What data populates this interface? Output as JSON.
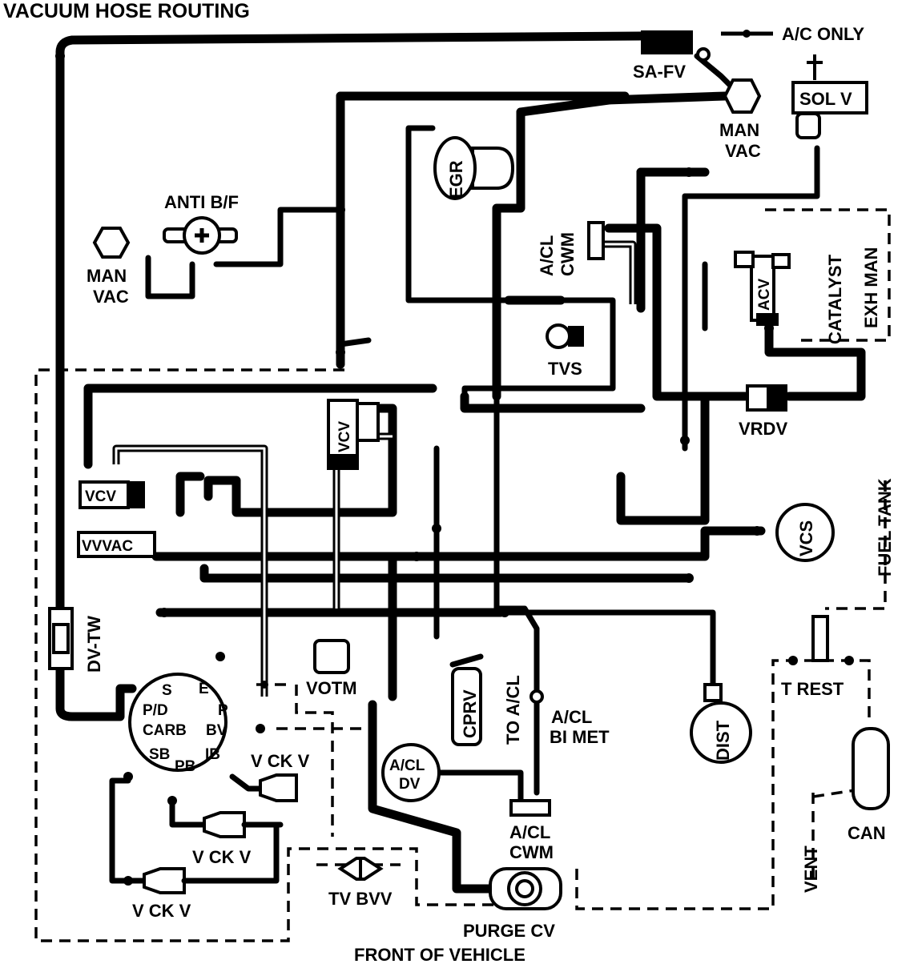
{
  "title": "VACUUM HOSE ROUTING",
  "legend": {
    "ac_only": "A/C ONLY"
  },
  "components": {
    "sa_fv": "SA-FV",
    "man_vac_top": [
      "MAN",
      "VAC"
    ],
    "man_vac_left": [
      "MAN",
      "VAC"
    ],
    "sol_v": "SOL V",
    "anti_bf": "ANTI B/F",
    "egr": "EGR",
    "acl_cwm_top": [
      "A/CL",
      "CWM"
    ],
    "tvs": "TVS",
    "acv": "ACV",
    "catalyst": "CATALYST",
    "exh_man": "EXH MAN",
    "vrdv": "VRDV",
    "vcv_top": "VCV",
    "vcv_left": "VCV",
    "vvvac": "VVVAC",
    "fuel_tank": "FUEL TANK",
    "vcs": "VCS",
    "dv_tw": "DV-TW",
    "votm": "VOTM",
    "cprv": "CPRV",
    "to_acl": "TO A/CL",
    "acl_bi_met": [
      "A/CL",
      "BI MET"
    ],
    "acl_dv": [
      "A/CL",
      "DV"
    ],
    "acl_cwm_bottom": [
      "A/CL",
      "CWM"
    ],
    "dist": "DIST",
    "t_rest": "T REST",
    "can": "CAN",
    "vent": "VENT",
    "v_ck_v_1": "V CK V",
    "v_ck_v_2": "V CK V",
    "v_ck_v_3": "V CK V",
    "tv_bvv": "TV BVV",
    "purge_cv": "PURGE CV",
    "front": "FRONT OF VEHICLE"
  },
  "carb_ports": {
    "s": "S",
    "e": "E",
    "pd": "P/D",
    "p": "P",
    "carb": "CARB",
    "bv": "BV",
    "sb": "SB",
    "pb": "PB",
    "ib": "IB"
  }
}
